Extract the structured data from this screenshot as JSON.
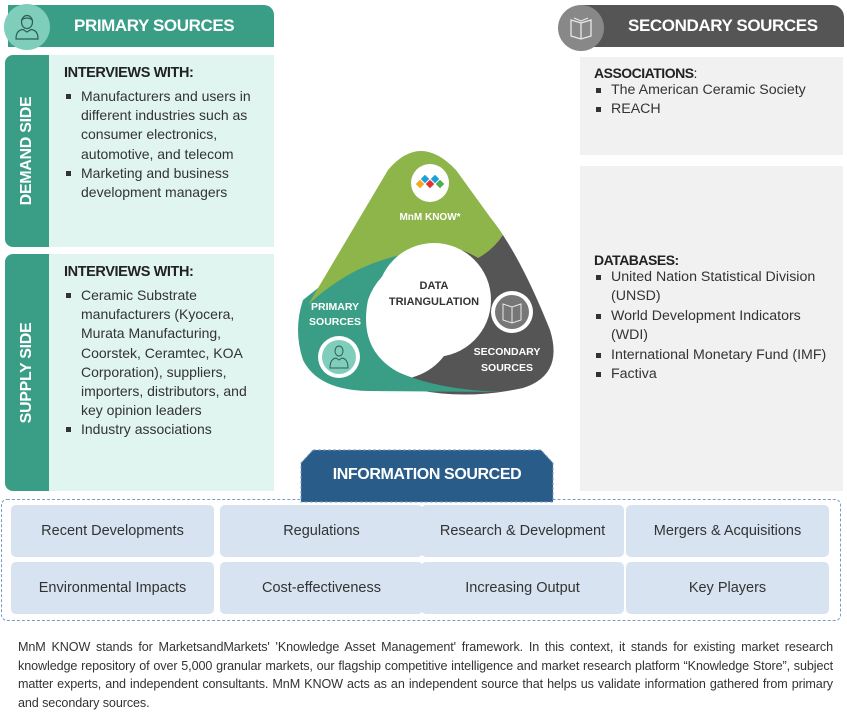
{
  "primary": {
    "header": "PRIMARY SOURCES",
    "icon": "person-icon",
    "demand_side": {
      "label": "DEMAND SIDE",
      "heading": "INTERVIEWS WITH:",
      "items": [
        "Manufacturers and users in different industries such as consumer electronics, automotive, and telecom",
        "Marketing and business development managers"
      ]
    },
    "supply_side": {
      "label": "SUPPLY SIDE",
      "heading": "INTERVIEWS WITH:",
      "items": [
        "Ceramic Substrate manufacturers (Kyocera, Murata Manufacturing, Coorstek, Ceramtec, KOA Corporation), suppliers, importers, distributors, and key opinion leaders",
        "Industry associations"
      ]
    }
  },
  "secondary": {
    "header": "SECONDARY SOURCES",
    "icon": "book-icon",
    "associations": {
      "heading": "ASSOCIATIONS",
      "heading_suffix": ":",
      "items": [
        "The American Ceramic Society",
        "REACH"
      ]
    },
    "databases": {
      "heading": "DATABASES:",
      "items": [
        "United Nation Statistical Division (UNSD)",
        "World Development Indicators (WDI)",
        "International Monetary Fund (IMF)",
        "Factiva"
      ]
    }
  },
  "triangulation": {
    "center_line1": "DATA",
    "center_line2": "TRIANGULATION",
    "top_label": "MnM KNOW*",
    "left_line1": "PRIMARY",
    "left_line2": "SOURCES",
    "right_line1": "SECONDARY",
    "right_line2": "SOURCES",
    "colors": {
      "green": "#8db54a",
      "teal": "#3a9e87",
      "dark": "#555555"
    }
  },
  "info_sourced": {
    "title": "INFORMATION SOURCED",
    "items": [
      "Recent Developments",
      "Regulations",
      "Research & Development",
      "Mergers & Acquisitions",
      "Environmental Impacts",
      "Cost-effectiveness",
      "Increasing Output",
      "Key Players"
    ]
  },
  "footnote": "MnM KNOW stands for MarketsandMarkets' 'Knowledge Asset Management' framework. In this context, it stands for existing market research knowledge repository of over 5,000 granular markets, our flagship competitive intelligence and market research platform “Knowledge Store”, subject matter experts, and independent consultants. MnM KNOW acts as an independent source that helps us validate information gathered from primary and secondary sources."
}
